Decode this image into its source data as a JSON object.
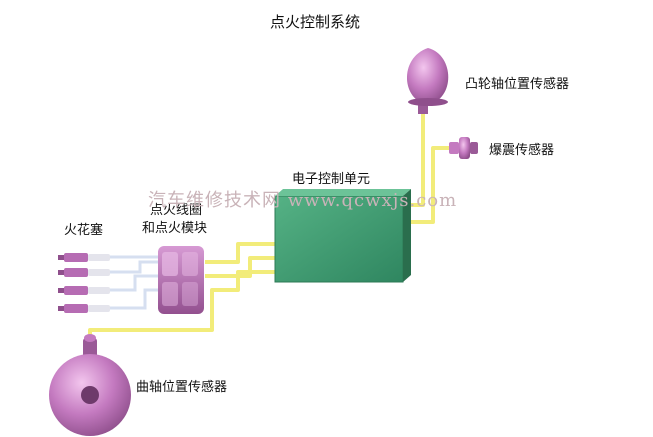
{
  "title": "点火控制系统",
  "labels": {
    "cam_sensor": "凸轮轴位置传感器",
    "knock_sensor": "爆震传感器",
    "ecu": "电子控制单元",
    "spark_plugs": "火花塞",
    "coil_line1": "点火线圈",
    "coil_line2": "和点火模块",
    "crank_sensor": "曲轴位置传感器"
  },
  "watermark": "汽车维修技术网 www.qcwxjs.com",
  "colors": {
    "wire": "#f2ec7a",
    "ecu_fill": "#3f9d72",
    "ecu_edge": "#2c7a55",
    "sensor_fill": "#c47ac0",
    "sensor_dark": "#8f4f8c",
    "plug_body": "#b66cb3",
    "hv_wire": "#d6dff0"
  }
}
